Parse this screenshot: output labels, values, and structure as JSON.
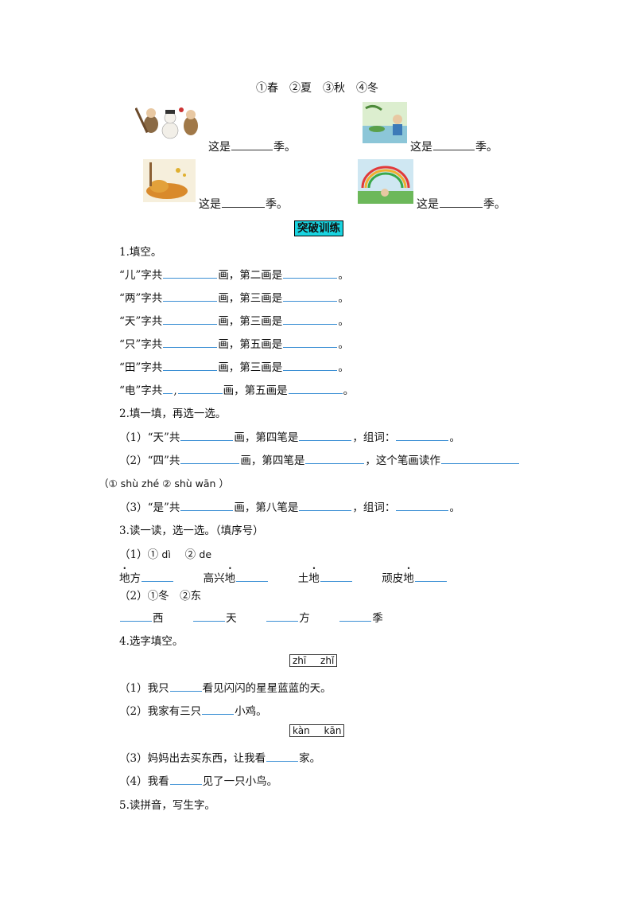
{
  "seasons_header": "①春　②夏　③秋　④冬",
  "season_items": [
    {
      "prefix": "这是",
      "suffix": "季。"
    },
    {
      "prefix": "这是",
      "suffix": "季。"
    },
    {
      "prefix": "这是",
      "suffix": "季。"
    },
    {
      "prefix": "这是",
      "suffix": "季。"
    }
  ],
  "section_title": "突破训练",
  "q1": {
    "title": "1.填空。",
    "rows": [
      {
        "char": "“儿”字共",
        "mid": "画，第二画是",
        "end": "。"
      },
      {
        "char": "“两”字共",
        "mid": "画，第三画是",
        "end": "。"
      },
      {
        "char": "“天”字共",
        "mid": "画，第三画是",
        "end": "。"
      },
      {
        "char": "“只”字共",
        "mid": "画，第五画是",
        "end": "。"
      },
      {
        "char": "“田”字共",
        "mid": "画，第三画是",
        "end": "。"
      },
      {
        "char": "“电”字共",
        "comma": ",",
        "mid": "画，第五画是",
        "end": "。"
      }
    ]
  },
  "q2": {
    "title": "2.填一填，再选一选。",
    "item1": {
      "a": "（1）“天”共",
      "b": "画，第四笔是",
      "c": "，组词：",
      "d": "。"
    },
    "item2": {
      "a": "（2）“四”共",
      "b": "画，第四笔是",
      "c": "，这个笔画读作"
    },
    "item2_options": "（① shù  zhé ② shù   wān  ）",
    "item3": {
      "a": "（3）“是”共",
      "b": "画，第八笔是",
      "c": "，组词：",
      "d": "。"
    }
  },
  "q3": {
    "title": "3.读一读，选一选。（填序号）",
    "part1_label": "（1）①",
    "part1_opt1": "dì",
    "part1_opt2": "②",
    "part1_opt2_py": "de",
    "words1": [
      {
        "pre": "",
        "dotted": "地",
        "post": "方"
      },
      {
        "pre": "高兴",
        "dotted": "地",
        "post": ""
      },
      {
        "pre": "土",
        "dotted": "地",
        "post": ""
      },
      {
        "pre": "顽皮",
        "dotted": "地",
        "post": ""
      }
    ],
    "part2_label": "（2）①冬　②东",
    "words2": [
      "西",
      "天",
      "方",
      "季"
    ]
  },
  "q4": {
    "title": "4.选字填空。",
    "box1": "zhī zhǐ",
    "s1": {
      "a": "（1）我只",
      "b": "看见闪闪的星星蓝蓝的天。"
    },
    "s2": {
      "a": "（2）我家有三只",
      "b": "小鸡。"
    },
    "box2": "kàn kān",
    "s3": {
      "a": "（3）妈妈出去买东西，让我看",
      "b": "家。"
    },
    "s4": {
      "a": "（4）我看",
      "b": "见了一只小鸟。"
    }
  },
  "q5": {
    "title": "5.读拼音，写生字。"
  }
}
